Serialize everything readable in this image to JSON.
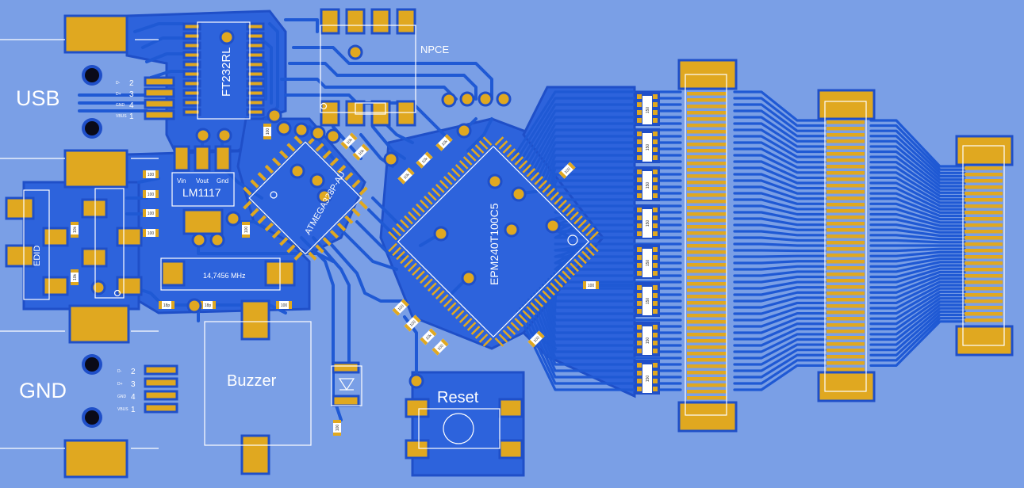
{
  "labels": {
    "usb": "USB",
    "gnd": "GND",
    "ftdi": "FT232RL",
    "npce": "NPCE",
    "regulator": "LM1117",
    "reg_vin": "Vin",
    "reg_vout": "Vout",
    "reg_gnd": "Gnd",
    "atmega": "ATMEGA328P-AU",
    "cpld": "EPM240T100C5",
    "crystal": "14,7456 MHz",
    "buzzer": "Buzzer",
    "reset": "Reset",
    "eeprom": "EDID"
  },
  "usb_pins": [
    "D-",
    "D+",
    "GND",
    "VBUS"
  ],
  "usb_pin_numbers": [
    "2",
    "3",
    "4",
    "1"
  ],
  "resistor_values": {
    "r100": "100",
    "r150": "150",
    "r18p": "18p",
    "r10k": "10k"
  },
  "colors": {
    "board": "#7a9fe6",
    "trace": "#1f59d4",
    "pad": "#e0a820",
    "silk": "#ffffff",
    "drill": "#0a0a18"
  }
}
